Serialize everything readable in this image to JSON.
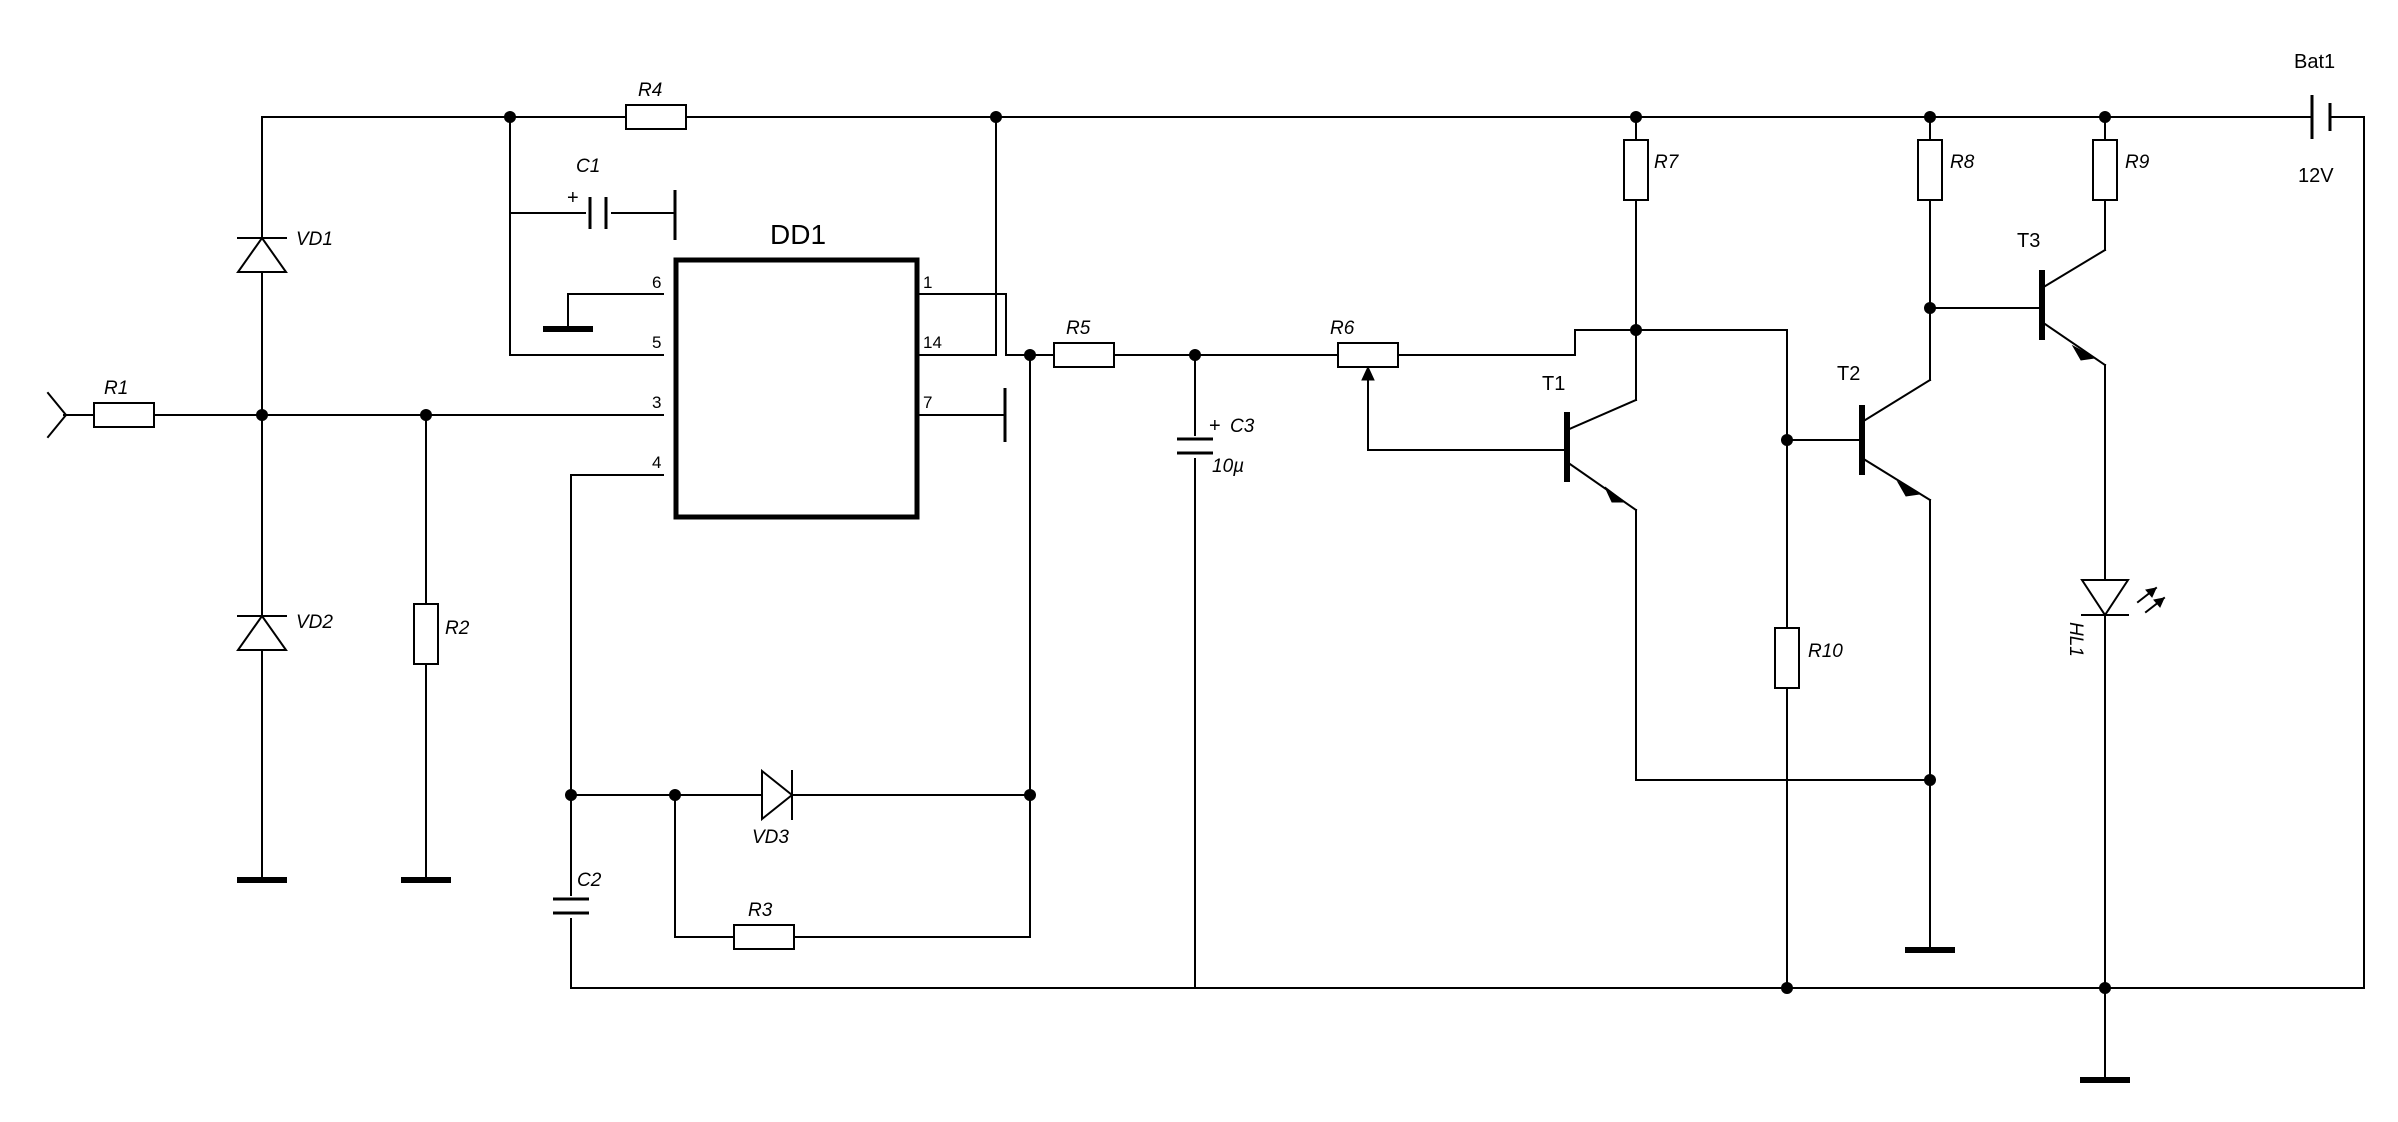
{
  "components": {
    "r1": "R1",
    "r2": "R2",
    "r3": "R3",
    "r4": "R4",
    "r5": "R5",
    "r6": "R6",
    "r7": "R7",
    "r8": "R8",
    "r9": "R9",
    "r10": "R10",
    "c1": "C1",
    "c2": "C2",
    "c3": "C3",
    "c3_value": "10µ",
    "vd1": "VD1",
    "vd2": "VD2",
    "vd3": "VD3",
    "t1": "T1",
    "t2": "T2",
    "t3": "T3",
    "hl1": "HL1",
    "dd1": "DD1",
    "bat1": "Bat1",
    "bat1_voltage": "12V"
  },
  "dd1_pins": {
    "p6": "6",
    "p5": "5",
    "p3": "3",
    "p4": "4",
    "p1": "1",
    "p14": "14",
    "p7": "7"
  },
  "polarity": {
    "c1_plus": "+",
    "c3_plus": "+"
  }
}
